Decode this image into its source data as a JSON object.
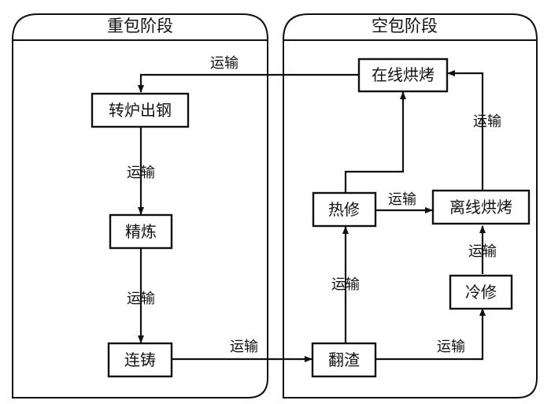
{
  "panels": {
    "heavy": {
      "title": "重包阶段"
    },
    "empty": {
      "title": "空包阶段"
    }
  },
  "nodes": {
    "converter": "转炉出钢",
    "refining": "精炼",
    "casting": "连铸",
    "online_baking": "在线烘烤",
    "hot_repair": "热修",
    "offline_baking": "离线烘烤",
    "cold_repair": "冷修",
    "slag_dumping": "翻渣"
  },
  "edges": {
    "online_to_converter": "运输",
    "converter_to_refining": "运输",
    "refining_to_casting": "运输",
    "casting_to_slag": "运输",
    "slag_to_hot": "运输",
    "hot_to_offline": "运输",
    "slag_to_cold": "运输",
    "cold_to_offline": "运输",
    "offline_to_online": "运输"
  }
}
